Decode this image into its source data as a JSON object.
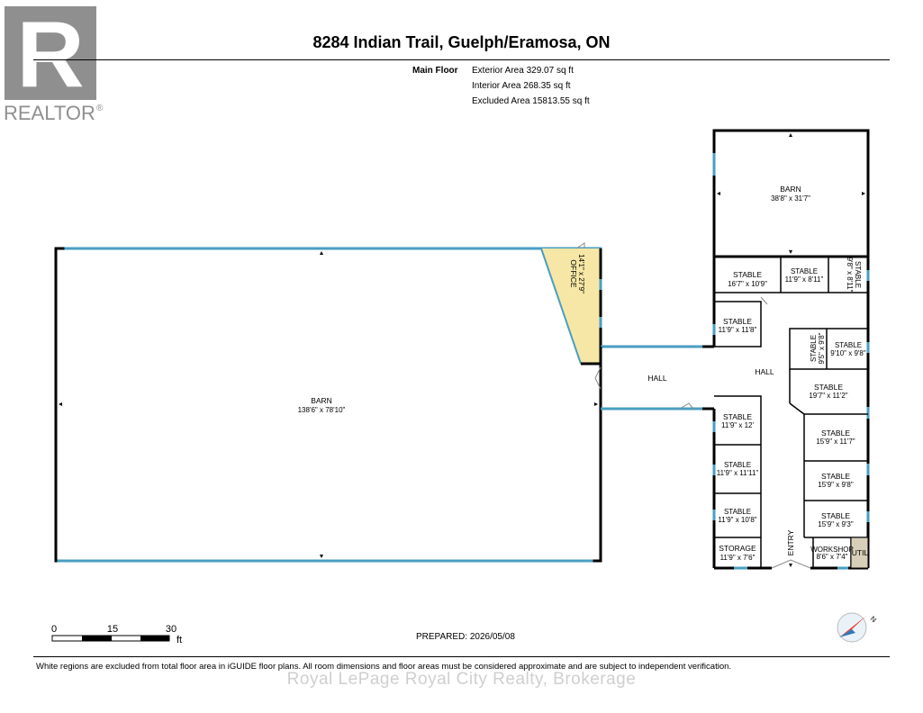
{
  "logo": {
    "text": "REALTOR",
    "registered": "®",
    "letter": "R"
  },
  "title": "8284 Indian Trail, Guelph/Eramosa, ON",
  "floor": {
    "label": "Main Floor",
    "exterior_area": "Exterior Area 329.07 sq ft",
    "interior_area": "Interior Area 268.35 sq ft",
    "excluded_area": "Excluded Area 15813.55 sq ft"
  },
  "rooms": {
    "barn_large": {
      "name": "BARN",
      "dims": "138'6\" x 78'10\""
    },
    "barn_top": {
      "name": "BARN",
      "dims": "38'8\" x 31'7\""
    },
    "office": {
      "name": "OFFICE",
      "dims": "14'1\" x 27'9\""
    },
    "hall_left": {
      "name": "HALL"
    },
    "hall_right": {
      "name": "HALL"
    },
    "entry": {
      "name": "ENTRY"
    },
    "stable_1": {
      "name": "STABLE",
      "dims": "16'7\" x 10'9\""
    },
    "stable_2": {
      "name": "STABLE",
      "dims": "11'9\" x 8'11\""
    },
    "stable_3": {
      "name": "STABLE",
      "dims": "9'8\" x 8'11\""
    },
    "stable_4": {
      "name": "STABLE",
      "dims": "11'9\" x 11'8\""
    },
    "stable_5": {
      "name": "STABLE",
      "dims": "9'5\" x 9'8\""
    },
    "stable_6": {
      "name": "STABLE",
      "dims": "9'10\" x 9'8\""
    },
    "stable_7": {
      "name": "STABLE",
      "dims": "19'7\" x 11'2\""
    },
    "stable_8": {
      "name": "STABLE",
      "dims": "11'9\" x 12'"
    },
    "stable_9": {
      "name": "STABLE",
      "dims": "15'9\" x 11'7\""
    },
    "stable_10": {
      "name": "STABLE",
      "dims": "11'9\" x 11'11\""
    },
    "stable_11": {
      "name": "STABLE",
      "dims": "15'9\" x 9'8\""
    },
    "stable_12": {
      "name": "STABLE",
      "dims": "11'9\" x 10'8\""
    },
    "stable_13": {
      "name": "STABLE",
      "dims": "15'9\" x 9'3\""
    },
    "storage": {
      "name": "STORAGE",
      "dims": "11'9\" x 7'6\""
    },
    "workshop": {
      "name": "WORKSHOP",
      "dims": "8'6\" x 7'4\""
    },
    "util": {
      "name": "UTIL"
    }
  },
  "scale": {
    "tick0": "0",
    "tick1": "15",
    "tick2": "30",
    "unit": "ft"
  },
  "compass": {
    "north": "N"
  },
  "prepared": "PREPARED: 2026/05/08",
  "disclaimer": "White regions are excluded from total floor area in iGUIDE floor plans. All room dimensions and floor areas must be considered approximate and are subject to independent verification.",
  "brokerage": "Royal LePage Royal City Realty, Brokerage",
  "colors": {
    "wall": "#000000",
    "window": "#4a9ec2",
    "office_fill": "#f6e7a6",
    "util_fill": "#d8cfb8",
    "logo": "#8f8f8f"
  }
}
